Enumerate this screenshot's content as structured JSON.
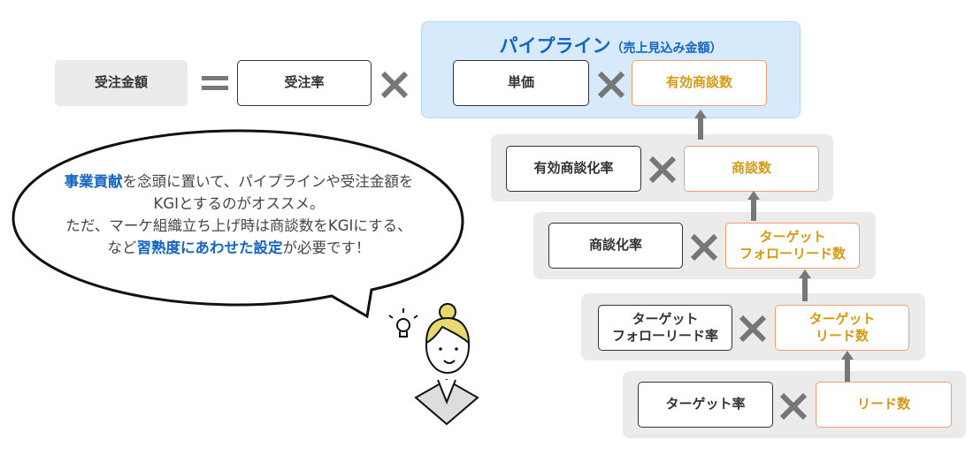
{
  "equation": {
    "result": "受注金額",
    "equals": "=",
    "rate": "受注率",
    "times": "×"
  },
  "pipeline": {
    "title": "パイプライン",
    "subtitle": "（売上見込み金額）",
    "unit_price": "単価",
    "effective_deals": "有効商談数"
  },
  "rows": [
    {
      "rate": "有効商談化率",
      "count": "商談数"
    },
    {
      "rate": "商談化率",
      "count": "ターゲット\nフォローリード数"
    },
    {
      "rate": "ターゲット\nフォローリード率",
      "count": "ターゲット\nリード数"
    },
    {
      "rate": "ターゲット率",
      "count": "リード数"
    }
  ],
  "bubble": {
    "l1_hl": "事業貢献",
    "l1_rest": "を念頭に置いて、パイプラインや受注金額を",
    "l2": "KGIとするのがオススメ。",
    "l3": "ただ、マーケ組織立ち上げ時は商談数をKGIにする、",
    "l4_pre": "など",
    "l4_hl": "習熟度にあわせた設定",
    "l4_post": "が必要です！"
  },
  "colors": {
    "accent_blue": "#1565c0",
    "orange_border": "#f0a070",
    "gold_text": "#d49a10",
    "panel_blue": "#d6eafc"
  }
}
